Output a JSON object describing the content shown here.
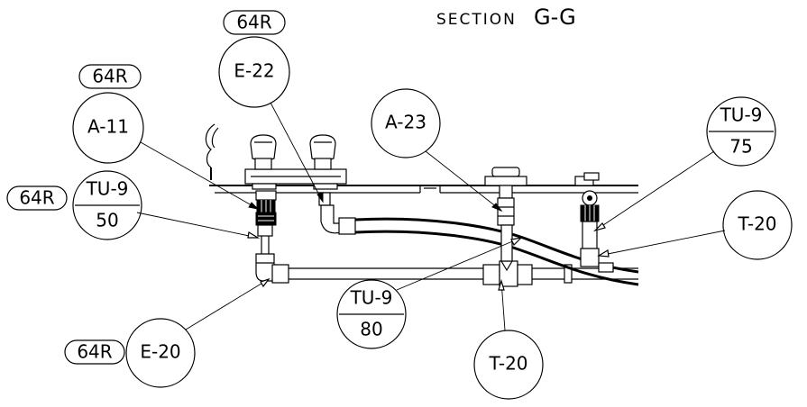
{
  "title": {
    "prefix": "SECTION",
    "section": "G-G"
  },
  "callouts": {
    "e22": {
      "tag": "64R",
      "label": "E-22"
    },
    "a11": {
      "tag": "64R",
      "label": "A-11"
    },
    "a23": {
      "label": "A-23"
    },
    "tu9_75": {
      "top": "TU-9",
      "bottom": "75"
    },
    "tu9_50": {
      "tag": "64R",
      "top": "TU-9",
      "bottom": "50"
    },
    "t20_right": {
      "label": "T-20"
    },
    "tu9_80": {
      "top": "TU-9",
      "bottom": "80"
    },
    "e20": {
      "tag": "64R",
      "label": "E-20"
    },
    "t20_bottom": {
      "label": "T-20"
    }
  }
}
